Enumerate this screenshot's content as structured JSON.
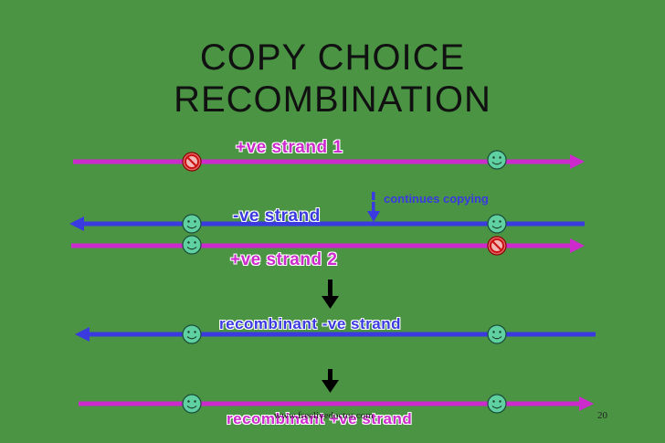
{
  "slide": {
    "title_line1": "COPY CHOICE",
    "title_line2": "RECOMBINATION",
    "labels": {
      "pos_strand_1": "+ve strand 1",
      "neg_strand": "-ve strand",
      "pos_strand_2": "+ve strand 2",
      "recombinant_neg": "recombinant -ve strand",
      "recombinant_pos": "recombinant +ve strand"
    },
    "note": "continues copying",
    "footer_url": "www.freelivedoctor.com",
    "page_number": "20"
  },
  "colors": {
    "background": "#4a9444",
    "pink_strand": "#cc2acc",
    "blue_strand": "#3a3ae0",
    "smiley_fill": "#5fd0a0",
    "no_symbol": "#cc1111"
  },
  "icons": [
    "smiley-icon",
    "no-symbol-icon",
    "down-arrow-icon"
  ]
}
